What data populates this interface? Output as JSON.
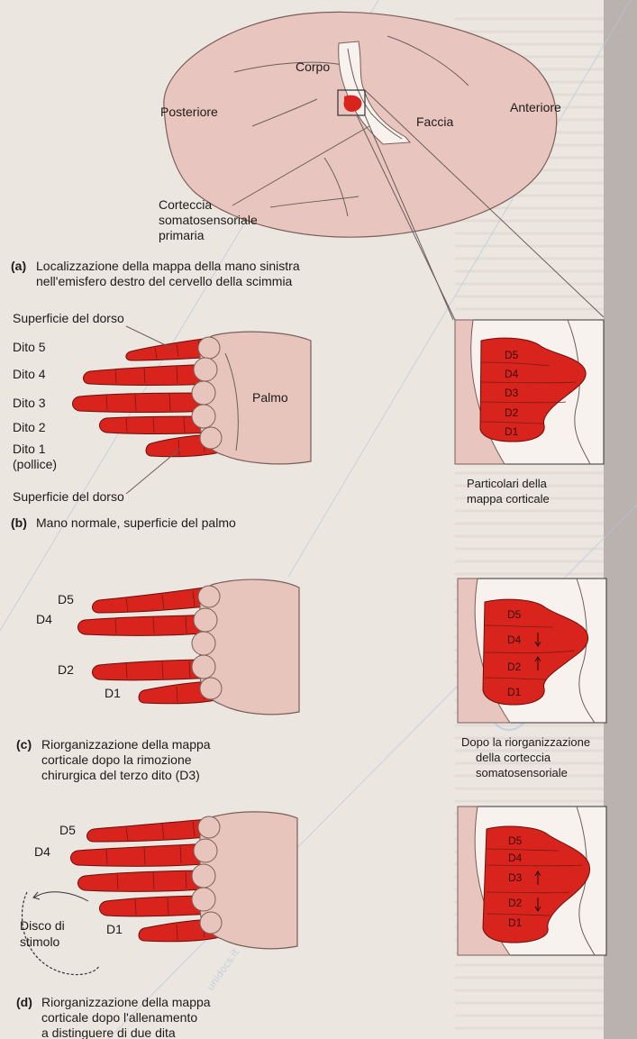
{
  "brain": {
    "corpo": "Corpo",
    "posteriore": "Posteriore",
    "faccia": "Faccia",
    "anteriore": "Anteriore",
    "cortex_label": [
      "Corteccia",
      "somatosensoriale",
      "primaria"
    ]
  },
  "panel_a": {
    "letter": "(a)",
    "caption": [
      "Localizzazione della mappa della mano sinistra",
      "nell'emisfero destro del cervello della scimmia"
    ]
  },
  "panel_b": {
    "letter": "(b)",
    "caption": [
      "Mano normale, superficie del palmo"
    ],
    "dorsal_top": "Superficie del dorso",
    "dorsal_bottom": "Superficie del dorso",
    "fingers": [
      "Dito 5",
      "Dito 4",
      "Dito 3",
      "Dito 2",
      "Dito 1",
      "(pollice)"
    ],
    "palm": "Palmo",
    "map_labels": [
      "D5",
      "D4",
      "D3",
      "D2",
      "D1"
    ],
    "map_caption": [
      "Particolari della",
      "mappa corticale"
    ]
  },
  "panel_c": {
    "letter": "(c)",
    "caption": [
      "Riorganizzazione della mappa",
      "corticale dopo la rimozione",
      "chirurgica del terzo dito (D3)"
    ],
    "fingers": [
      "D5",
      "D4",
      "D2",
      "D1"
    ],
    "map_labels": [
      "D5",
      "D4",
      "D2",
      "D1"
    ],
    "map_caption": [
      "Dopo la riorganizzazione",
      "della corteccia",
      "somatosensoriale"
    ]
  },
  "panel_d": {
    "letter": "(d)",
    "caption": [
      "Riorganizzazione della mappa",
      "corticale dopo l'allenamento",
      "a distinguere di due dita"
    ],
    "fingers": [
      "D5",
      "D4",
      "D1"
    ],
    "stim": [
      "Disco di",
      "stimolo"
    ],
    "map_labels": [
      "D5",
      "D4",
      "D3",
      "D2",
      "D1"
    ]
  },
  "watermark": "unidocs.it",
  "colors": {
    "finger_red": "#d8241c",
    "brain_pink": "#e9c5c0",
    "palm": "#e7c5bd"
  }
}
